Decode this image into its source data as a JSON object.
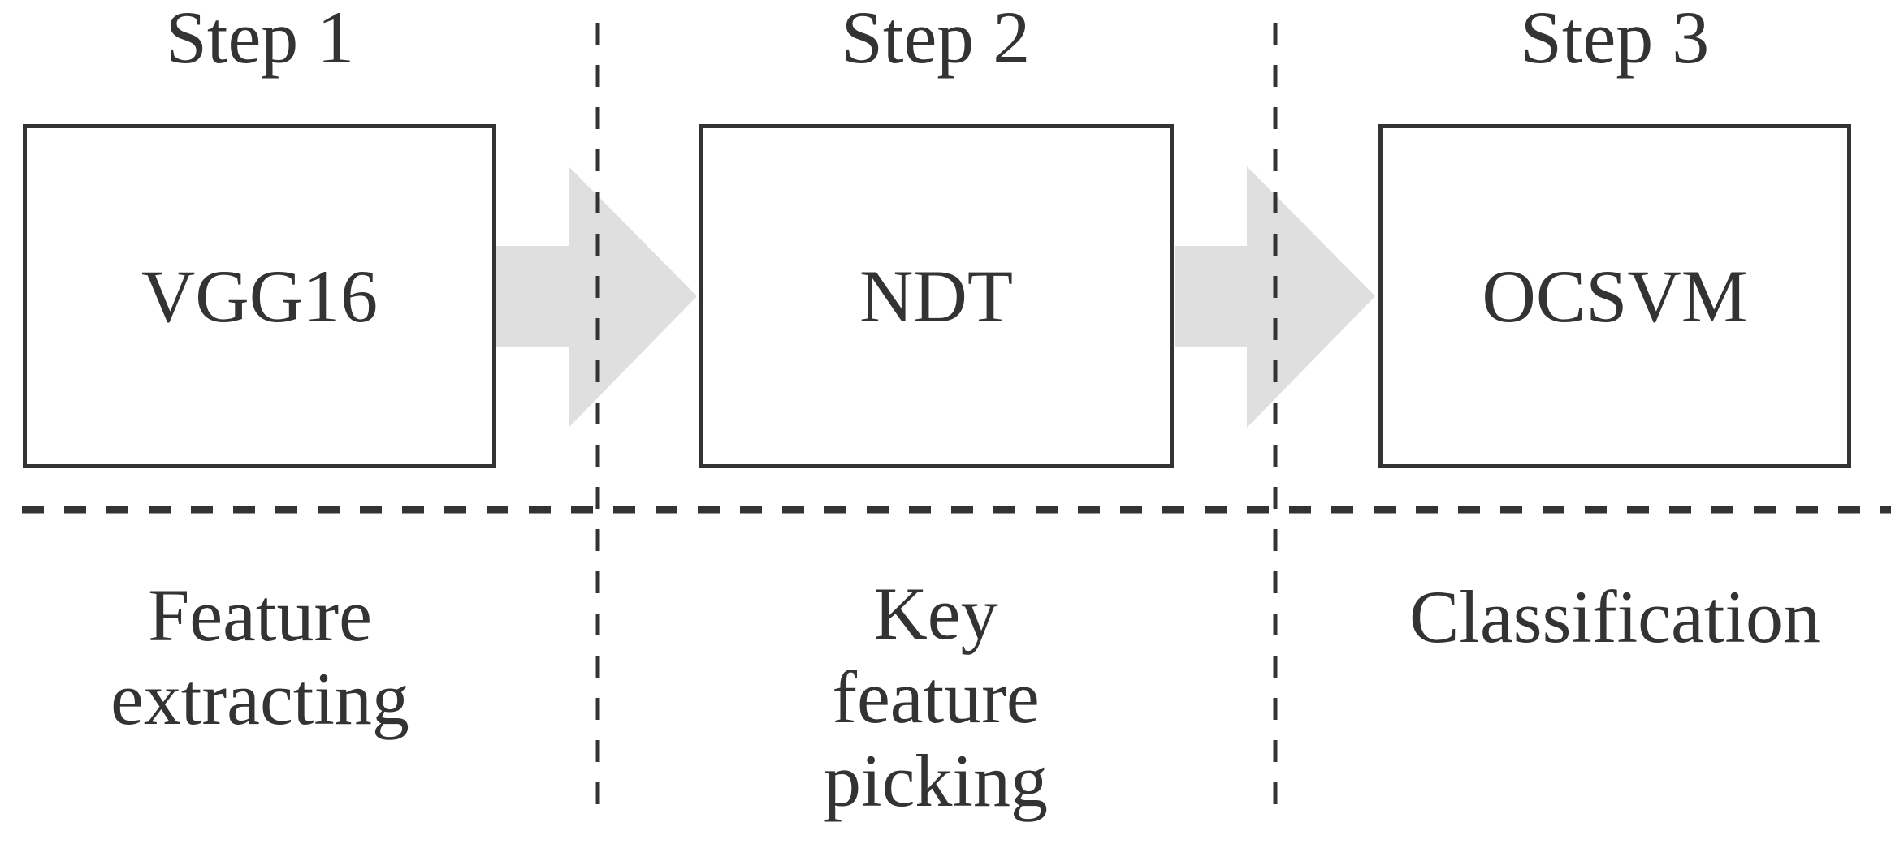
{
  "diagram": {
    "colors": {
      "background": "#ffffff",
      "stroke": "#333333",
      "arrow_fill": "#dfdfdf"
    },
    "steps": [
      {
        "title": "Step 1",
        "box_label": "VGG16",
        "caption_lines": [
          "Feature",
          "extracting"
        ]
      },
      {
        "title": "Step 2",
        "box_label": "NDT",
        "caption_lines": [
          "Key",
          "feature",
          "picking"
        ]
      },
      {
        "title": "Step 3",
        "box_label": "OCSVM",
        "caption_lines": [
          "Classification"
        ]
      }
    ]
  }
}
